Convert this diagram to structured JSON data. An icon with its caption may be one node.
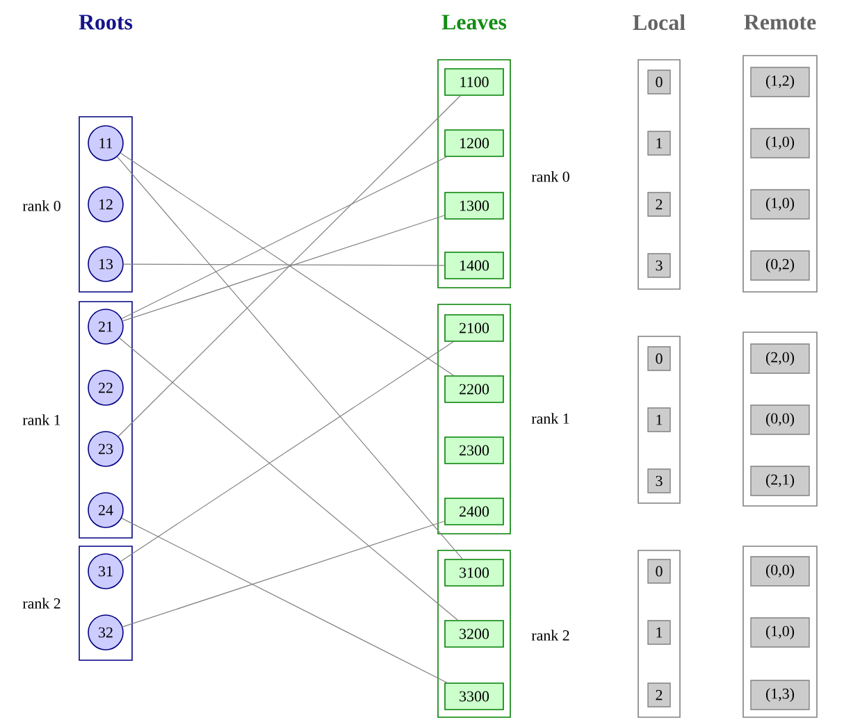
{
  "diagram": {
    "nodes": [
      {
        "text": [],
        "shape": "box",
        "beside": [
          "rank 0"
        ]
      },
      {
        "text": [
          "11"
        ],
        "in": 0
      },
      {
        "text": [
          "12"
        ],
        "in": 0
      },
      {
        "text": [
          "13"
        ],
        "in": 0
      },
      {
        "text": [],
        "shape": "box",
        "beside": [
          "rank 1"
        ]
      },
      {
        "text": [
          "21"
        ],
        "in": 4
      },
      {
        "text": [
          "22"
        ],
        "in": 4
      },
      {
        "text": [
          "23"
        ],
        "in": 4
      },
      {
        "text": [
          "24"
        ],
        "in": 4
      },
      {
        "text": [],
        "shape": "box",
        "beside": [
          "rank 2"
        ]
      },
      {
        "text": [
          "31"
        ],
        "in": 9
      },
      {
        "text": [
          "32"
        ],
        "in": 9
      },
      {
        "text": [],
        "shape": "box",
        "beside": [
          "rank 0"
        ]
      },
      {
        "text": [
          "1100"
        ],
        "in": 12
      },
      {
        "text": [
          "1200"
        ],
        "in": 12
      },
      {
        "text": [
          "1300"
        ],
        "in": 12
      },
      {
        "text": [
          "1400"
        ],
        "in": 12
      },
      {
        "text": [],
        "shape": "box",
        "beside": [
          "rank 1"
        ]
      },
      {
        "text": [
          "2100"
        ],
        "in": 17
      },
      {
        "text": [
          "2200"
        ],
        "in": 17
      },
      {
        "text": [
          "2300"
        ],
        "in": 17
      },
      {
        "text": [
          "2400"
        ],
        "in": 17
      },
      {
        "text": [],
        "shape": "box",
        "beside": [
          "rank 2"
        ]
      },
      {
        "text": [
          "3100"
        ],
        "in": 22
      },
      {
        "text": [
          "3200"
        ],
        "in": 22
      },
      {
        "text": [
          "3300"
        ],
        "in": 22
      },
      {
        "text": [],
        "shape": "box"
      },
      {
        "text": [
          "0"
        ],
        "in": 26
      },
      {
        "text": [
          "1"
        ],
        "in": 26
      },
      {
        "text": [
          "2"
        ],
        "in": 26
      },
      {
        "text": [
          "3"
        ],
        "in": 26
      },
      {
        "text": [],
        "shape": "box"
      },
      {
        "text": [
          "0"
        ],
        "in": 31
      },
      {
        "text": [
          "1"
        ],
        "in": 31
      },
      {
        "text": [
          "3"
        ],
        "in": 31
      },
      {
        "text": [],
        "shape": "box"
      },
      {
        "text": [
          "0"
        ],
        "in": 35
      },
      {
        "text": [
          "1"
        ],
        "in": 35
      },
      {
        "text": [
          "2"
        ],
        "in": 35
      },
      {
        "text": [],
        "shape": "box"
      },
      {
        "text": [
          "(1,2)"
        ],
        "in": 39
      },
      {
        "text": [
          "(1,0)"
        ],
        "in": 39
      },
      {
        "text": [
          "(1,0)"
        ],
        "in": 39
      },
      {
        "text": [
          "(0,2)"
        ],
        "in": 39
      },
      {
        "text": [],
        "shape": "box"
      },
      {
        "text": [
          "(2,0)"
        ],
        "in": 44
      },
      {
        "text": [
          "(0,0)"
        ],
        "in": 44
      },
      {
        "text": [
          "(2,1)"
        ],
        "in": 44
      },
      {
        "text": [],
        "shape": "box"
      },
      {
        "text": [
          "(0,0)"
        ],
        "in": 48
      },
      {
        "text": [
          "(1,0)"
        ],
        "in": 48
      },
      {
        "text": [
          "(1,3)"
        ],
        "in": 48
      }
    ],
    "edges": [
      {
        "from": 1,
        "to": 19,
        "arrow": "none"
      },
      {
        "from": 1,
        "to": 23,
        "arrow": "none"
      },
      {
        "from": 3,
        "to": 16,
        "arrow": "none"
      },
      {
        "from": 5,
        "to": 14,
        "arrow": "none"
      },
      {
        "from": 5,
        "to": 15,
        "arrow": "none"
      },
      {
        "from": 5,
        "to": 24,
        "arrow": "none"
      },
      {
        "from": 7,
        "to": 13,
        "arrow": "none"
      },
      {
        "from": 8,
        "to": 25,
        "arrow": "none"
      },
      {
        "from": 10,
        "to": 18,
        "arrow": "none"
      },
      {
        "from": 11,
        "to": 21,
        "arrow": "none"
      }
    ],
    "labels": [
      "Roots",
      "Leaves",
      "Local",
      "Remote"
    ]
  }
}
